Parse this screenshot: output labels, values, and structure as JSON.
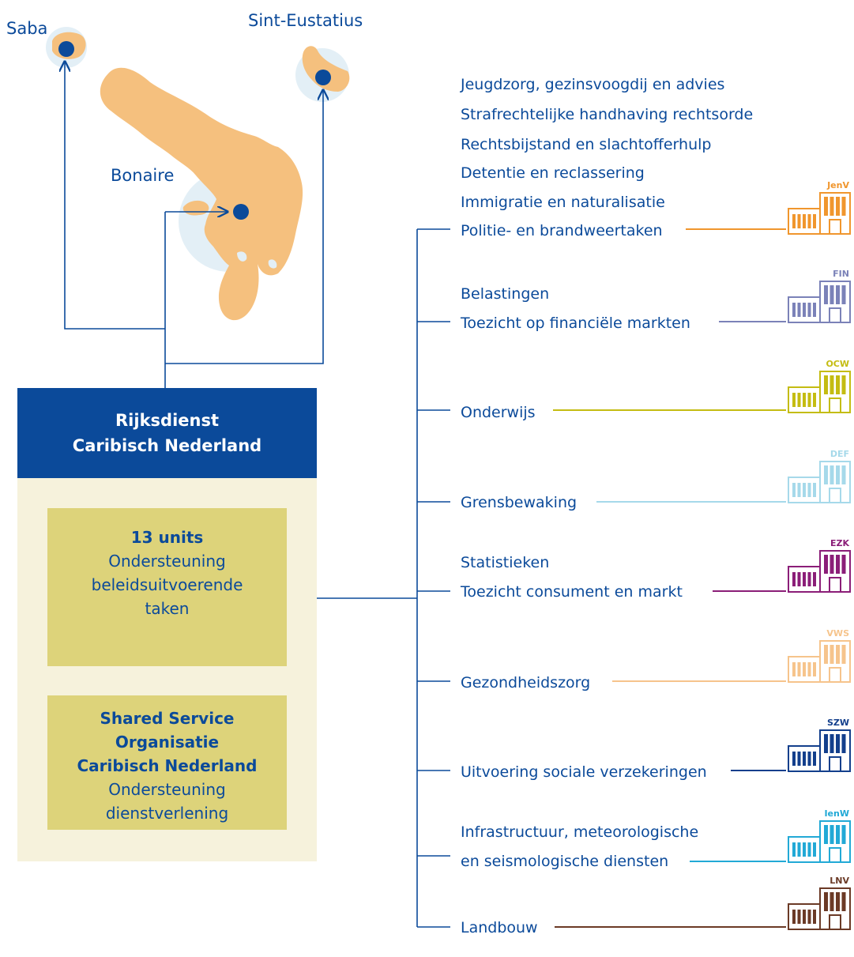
{
  "islands": {
    "saba": "Saba",
    "sint_eustatius": "Sint-Eustatius",
    "bonaire": "Bonaire"
  },
  "rcn": {
    "line1": "Rijksdienst",
    "line2": "Caribisch Nederland"
  },
  "units_box": {
    "title": "13 units",
    "lines": [
      "Ondersteuning",
      "beleidsuitvoerende",
      "taken"
    ]
  },
  "sso_box": {
    "title_lines": [
      "Shared Service",
      "Organisatie",
      "Caribisch Nederland"
    ],
    "lines": [
      "Ondersteuning",
      "dienstverlening"
    ]
  },
  "ministries": [
    {
      "abbr": "JenV",
      "color": "#f0962d",
      "tasks": [
        "Jeugdzorg, gezinsvoogdij en advies",
        "Strafrechtelijke handhaving  rechtsorde",
        "Rechtsbijstand en slachtofferhulp",
        "Detentie en reclassering",
        "Immigratie en naturalisatie",
        "Politie- en brandweertaken"
      ]
    },
    {
      "abbr": "FIN",
      "color": "#7b82b8",
      "tasks": [
        "Belastingen",
        "Toezicht op financiële markten"
      ]
    },
    {
      "abbr": "OCW",
      "color": "#c4bc12",
      "tasks": [
        "Onderwijs"
      ]
    },
    {
      "abbr": "DEF",
      "color": "#a6d9ea",
      "tasks": [
        "Grensbewaking"
      ]
    },
    {
      "abbr": "EZK",
      "color": "#8b1e78",
      "tasks": [
        "Statistieken",
        "Toezicht consument en markt"
      ]
    },
    {
      "abbr": "VWS",
      "color": "#f6c48c",
      "tasks": [
        "Gezondheidszorg"
      ]
    },
    {
      "abbr": "SZW",
      "color": "#133f8c",
      "tasks": [
        "Uitvoering sociale verzekeringen"
      ]
    },
    {
      "abbr": "IenW",
      "color": "#22a9d6",
      "tasks": [
        "Infrastructuur, meteorologische",
        "en seismologische diensten"
      ]
    },
    {
      "abbr": "LNV",
      "color": "#6b3a26",
      "tasks": [
        "Landbouw"
      ]
    }
  ]
}
